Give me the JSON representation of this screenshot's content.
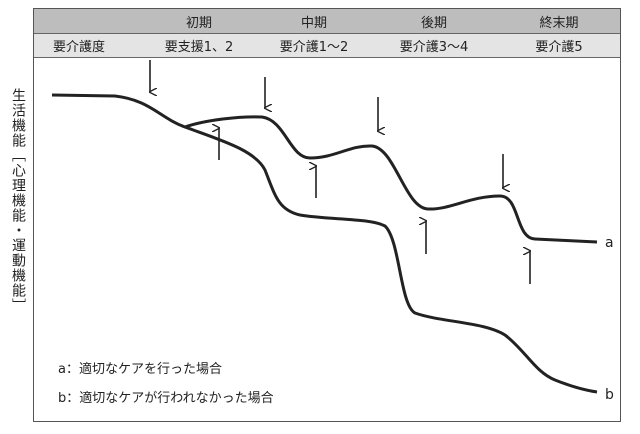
{
  "stages": [
    "初期",
    "中期",
    "後期",
    "終末期"
  ],
  "care_level_label": "要介護度",
  "care_levels": [
    "要支援1、2",
    "要介護1〜2",
    "要介護3〜4",
    "要介護5"
  ],
  "y_axis_label": "生活機能［心理機能・運動機能］",
  "curve_labels": {
    "a": "a",
    "b": "b"
  },
  "legend": [
    "a：適切なケアを行った場合",
    "b：適切なケアが行われなかった場合"
  ]
}
